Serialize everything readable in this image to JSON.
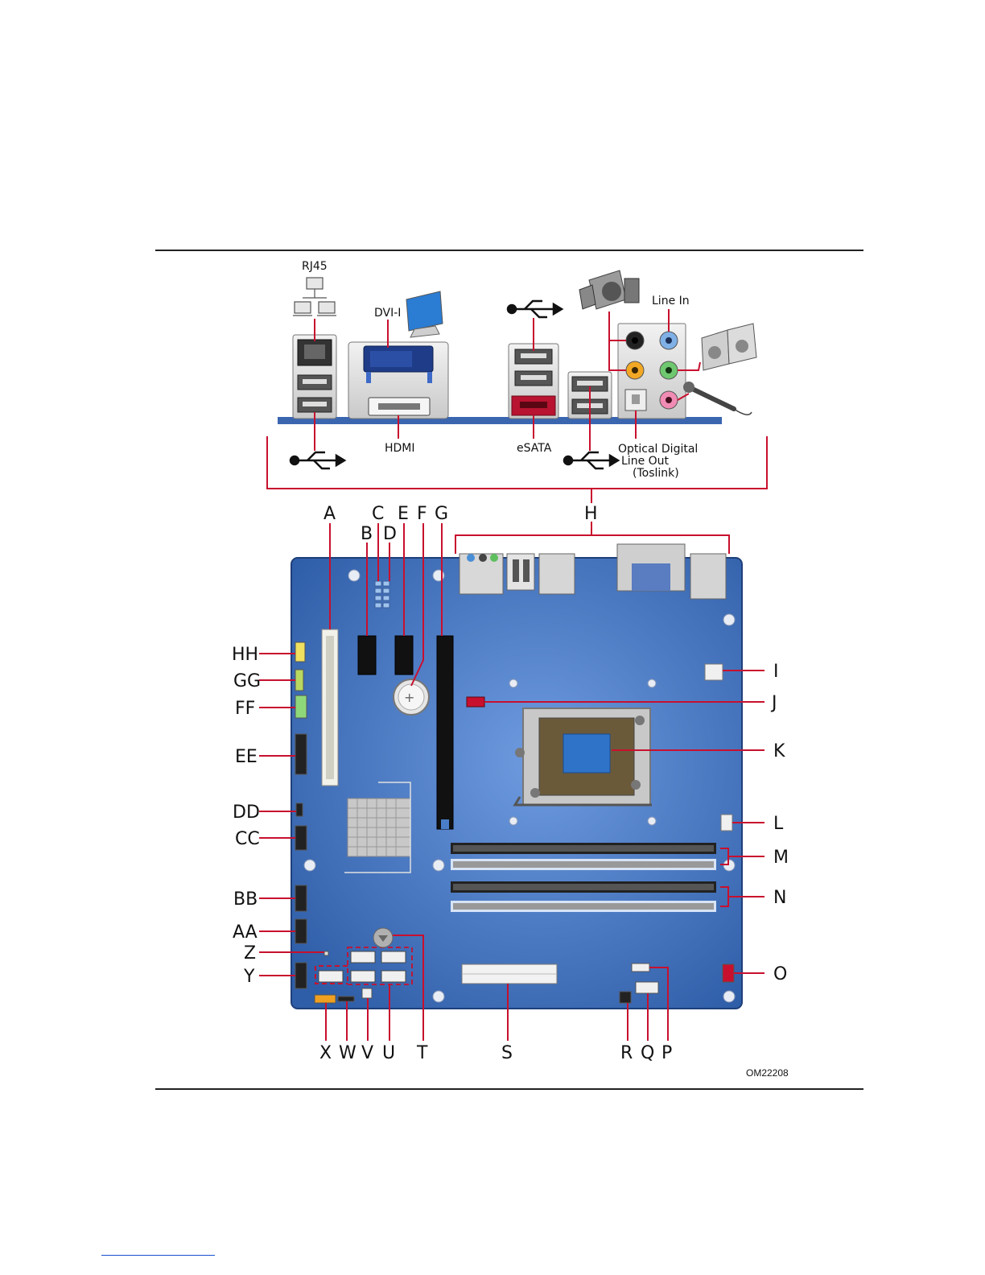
{
  "port_labels": {
    "rj45": "RJ45",
    "dvi": "DVI-I",
    "hdmi": "HDMI",
    "esata": "eSATA",
    "line_in": "Line In",
    "optical_1": "Optical Digital",
    "optical_2": "Line Out",
    "optical_3": "(Toslink)"
  },
  "callouts": {
    "top": [
      "A",
      "B",
      "C",
      "D",
      "E",
      "F",
      "G",
      "H"
    ],
    "right": [
      "I",
      "J",
      "K",
      "L",
      "M",
      "N",
      "O"
    ],
    "bottom": [
      "X",
      "W",
      "V",
      "U",
      "T",
      "S",
      "R",
      "Q",
      "P"
    ],
    "left": [
      "HH",
      "GG",
      "FF",
      "EE",
      "DD",
      "CC",
      "BB",
      "AA",
      "Z",
      "Y"
    ]
  },
  "figure_id": "OM22208",
  "colors": {
    "board": "#3f6fb3",
    "callout_line": "#c8102e",
    "io_bar": "#3a66b0"
  }
}
